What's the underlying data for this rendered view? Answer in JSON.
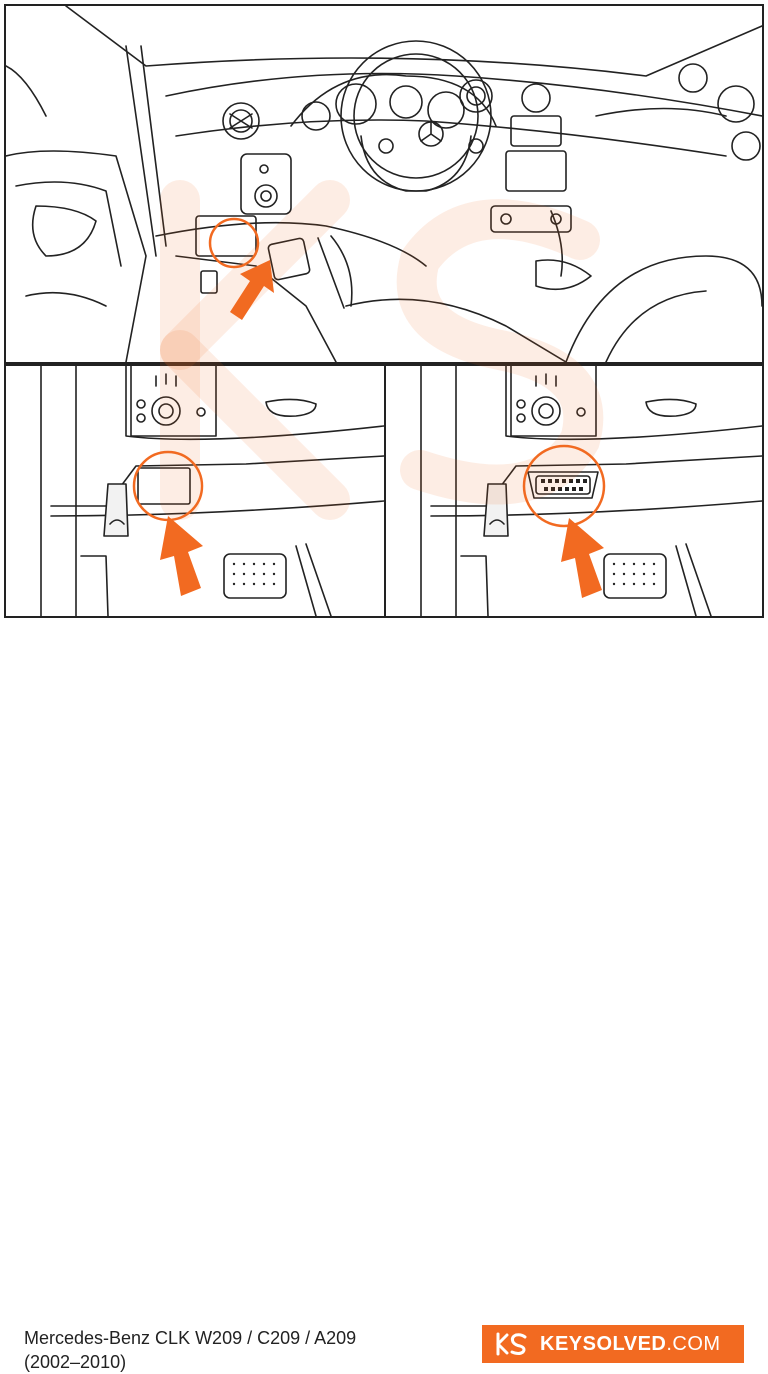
{
  "caption": {
    "vehicle_line1": "Mercedes-Benz CLK W209 / C209 / A209",
    "vehicle_line2": "(2002–2010)"
  },
  "brand": {
    "name": "KEYSOLVED",
    "tld": ".COM",
    "logo_letters": "KS",
    "color": "#f26a21"
  },
  "colors": {
    "accent": "#f26a21",
    "line": "#222222",
    "watermark": "#fbe3d4"
  },
  "icons": {
    "pointer": "orange-arrow-icon",
    "highlight": "highlight-circle-icon",
    "emblem": "mercedes-star-icon",
    "hood": "car-hood-release-icon",
    "port": "obd-port-icon"
  }
}
